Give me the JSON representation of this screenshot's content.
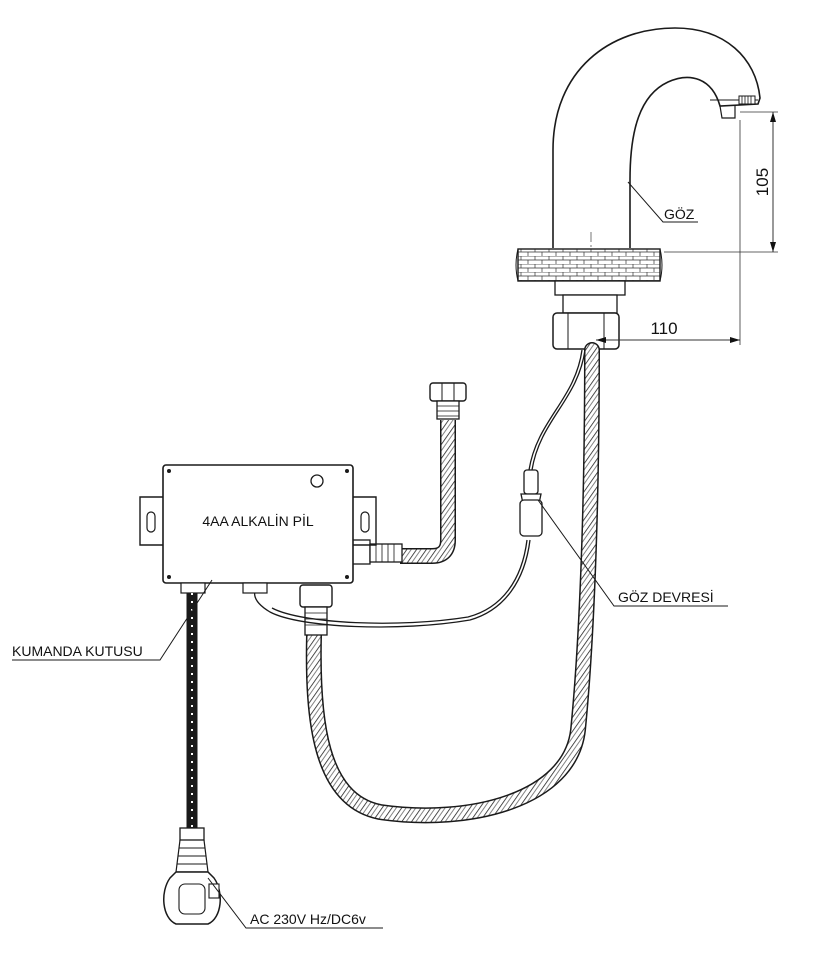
{
  "labels": {
    "box_title": "4AA ALKALİN PİL",
    "control_box": "KUMANDA KUTUSU",
    "eye": "GÖZ",
    "eye_circuit": "GÖZ DEVRESİ",
    "power": "AC 230V Hz/DC6v"
  },
  "dimensions": {
    "height": "105",
    "reach": "110"
  }
}
